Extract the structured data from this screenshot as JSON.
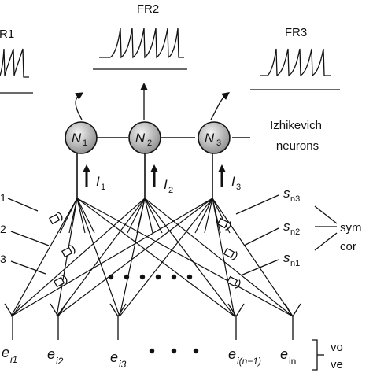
{
  "firing_rates": {
    "fr1_partial": "R1",
    "fr2": "FR2",
    "fr3": "FR3"
  },
  "neurons": [
    {
      "base": "N",
      "sub": "1"
    },
    {
      "base": "N",
      "sub": "2"
    },
    {
      "base": "N",
      "sub": "3"
    }
  ],
  "neuron_type_label": [
    "Izhikevich",
    "neurons"
  ],
  "currents": [
    {
      "base": "I",
      "sub": "1"
    },
    {
      "base": "I",
      "sub": "2"
    },
    {
      "base": "I",
      "sub": "3"
    }
  ],
  "left_synapse_labels": [
    "1",
    "2",
    "3"
  ],
  "right_synapse_labels": [
    {
      "base": "s",
      "sub": "n3"
    },
    {
      "base": "s",
      "sub": "n2"
    },
    {
      "base": "s",
      "sub": "n1"
    }
  ],
  "synapse_group_label": [
    "sym",
    "cor"
  ],
  "inputs": [
    {
      "base": "e",
      "sub": "i1"
    },
    {
      "base": "e",
      "sub": "i2"
    },
    {
      "base": "e",
      "sub": "i3"
    },
    {
      "base": "e",
      "sub": "i(n−1)"
    },
    {
      "base": "e",
      "sub": "in"
    }
  ],
  "input_group_label": [
    "vo",
    "ve"
  ],
  "colors": {
    "neuron_fill_light": "#f2f2f2",
    "neuron_fill_dark": "#8a8a8a",
    "stroke": "#111111"
  }
}
